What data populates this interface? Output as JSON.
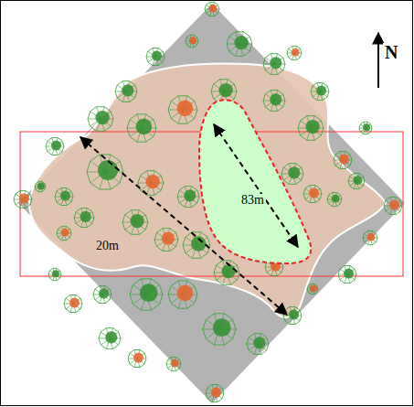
{
  "diagram": {
    "labels": [
      "N",
      "83m",
      "20m"
    ]
  }
}
